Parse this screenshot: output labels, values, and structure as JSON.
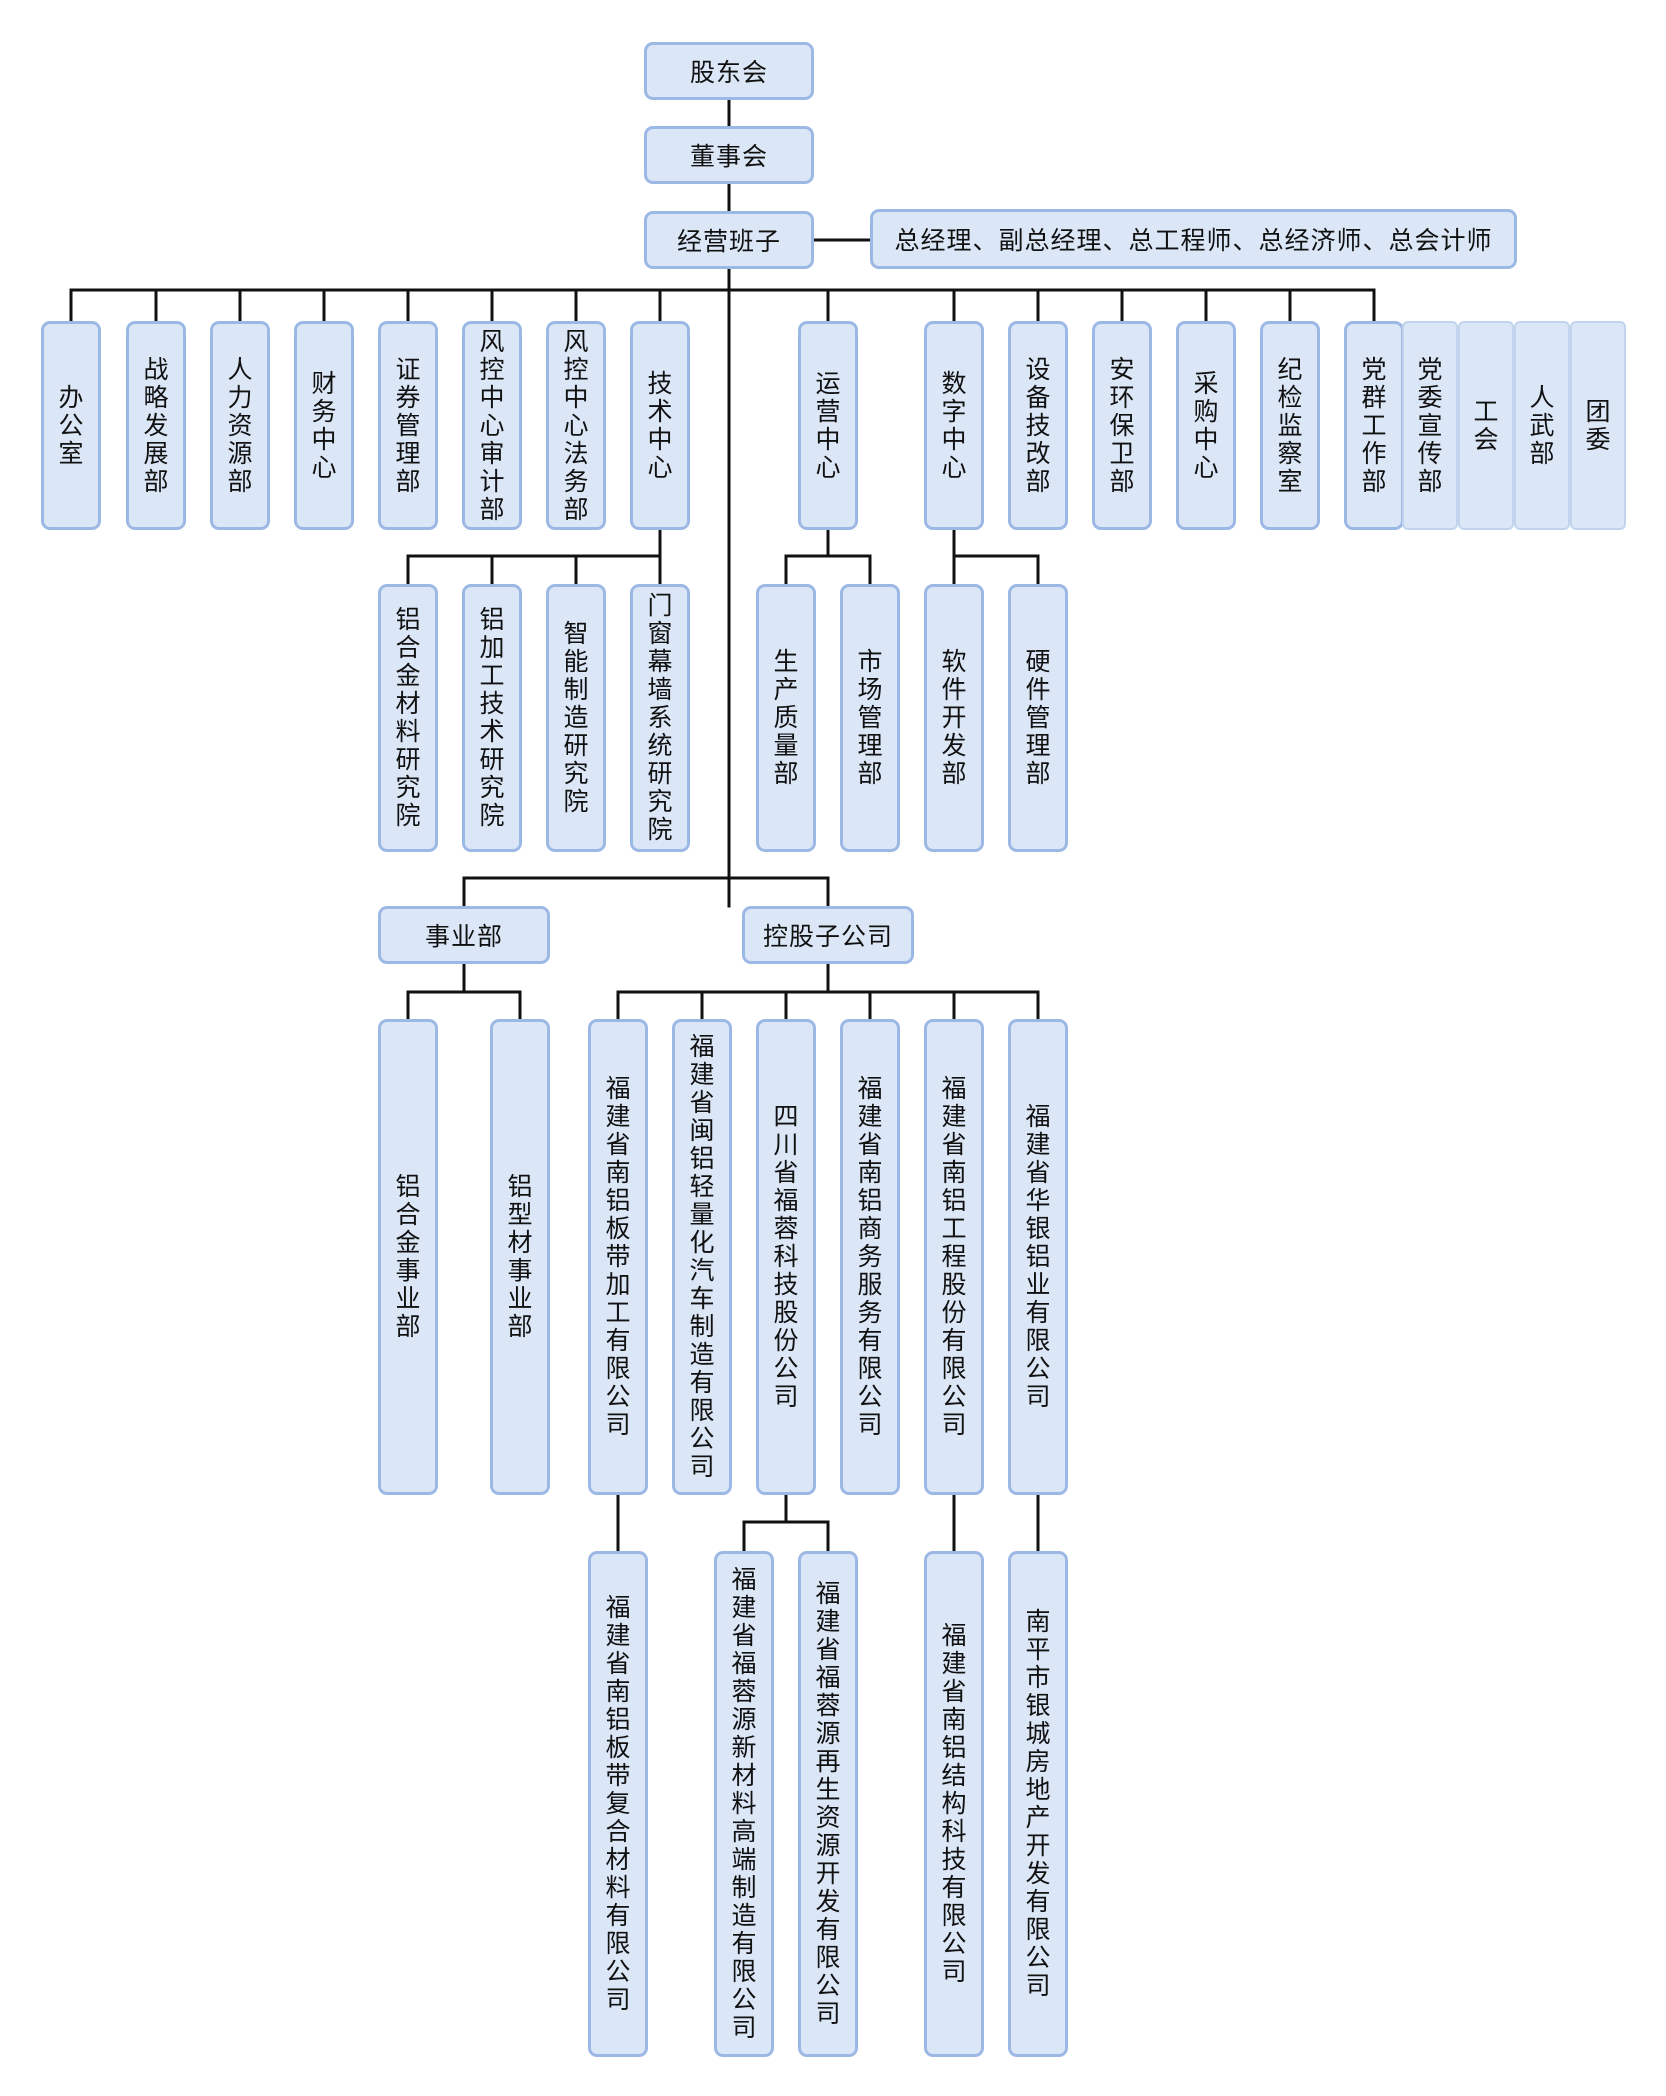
{
  "nodes": {
    "shareholders": "股东会",
    "board": "董事会",
    "management": "经营班子",
    "executives": "总经理、副总经理、总工程师、总经济师、总会计师",
    "office": "办公室",
    "strategy": "战略发展部",
    "hr": "人力资源部",
    "finance": "财务中心",
    "securities": "证券管理部",
    "risk_audit": "风控中心审计部",
    "risk_legal": "风控中心法务部",
    "tech": "技术中心",
    "operation": "运营中心",
    "digital": "数字中心",
    "equipment": "设备技改部",
    "safety": "安环保卫部",
    "purchase": "采购中心",
    "discipline": "纪检监察室",
    "party": "党群工作部",
    "party_pub": "党委宣传部",
    "union": "工会",
    "armed": "人武部",
    "league": "团委",
    "alloy_inst": "铝合金材料研究院",
    "process_inst": "铝加工技术研究院",
    "smart_inst": "智能制造研究院",
    "window_inst": "门窗幕墙系统研究院",
    "quality": "生产质量部",
    "market": "市场管理部",
    "software": "软件开发部",
    "hardware": "硬件管理部",
    "business_div": "事业部",
    "subsidiaries": "控股子公司",
    "alloy_div": "铝合金事业部",
    "profile_div": "铝型材事业部",
    "sub1": "福建省南铝板带加工有限公司",
    "sub2": "福建省闽铝轻量化汽车制造有限公司",
    "sub3": "四川省福蓉科技股份公司",
    "sub4": "福建省南铝商务服务有限公司",
    "sub5": "福建省南铝工程股份有限公司",
    "sub6": "福建省华银铝业有限公司",
    "sub1a": "福建省南铝板带复合材料有限公司",
    "sub3a": "福建省福蓉源新材料高端制造有限公司",
    "sub3b": "福建省福蓉源再生资源开发有限公司",
    "sub5a": "福建省南铝结构科技有限公司",
    "sub6a": "南平市银城房地产开发有限公司"
  },
  "colors": {
    "fill": "#dbe6f7",
    "border": "#9cb8e4",
    "line": "#111111"
  }
}
